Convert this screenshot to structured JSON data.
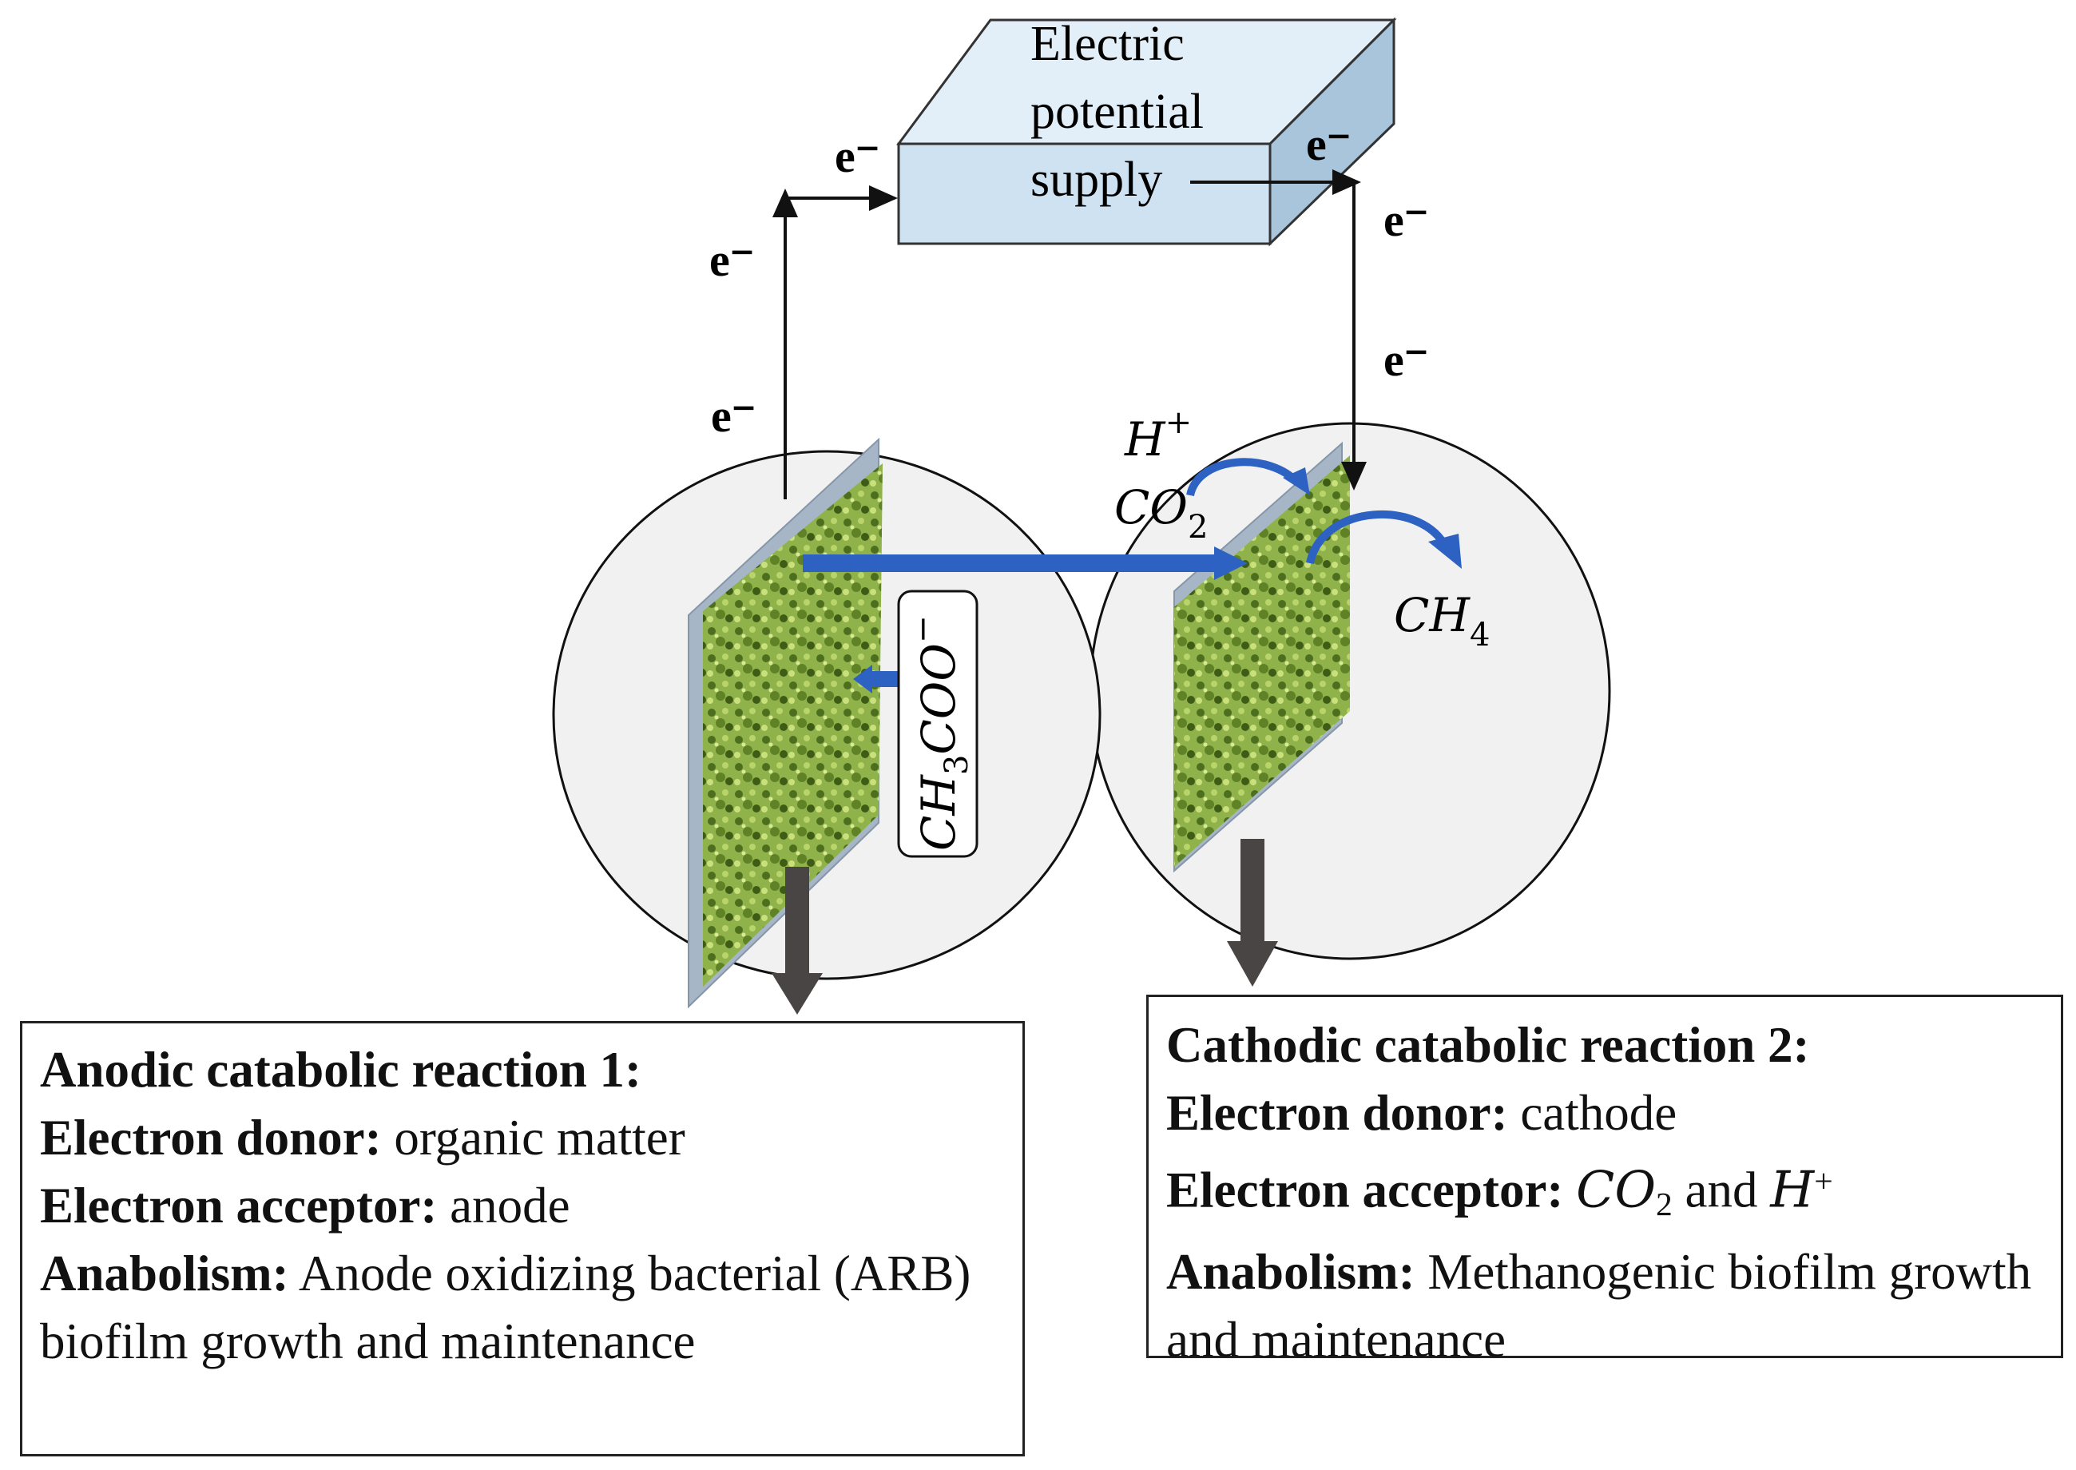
{
  "power_supply": {
    "line1": "Electric",
    "line2": "potential",
    "line3": "supply"
  },
  "electron_label": "e⁻",
  "cathode_species": {
    "proton_base": "H",
    "proton_sup": "+",
    "co2_base": "CO",
    "co2_sub": "2",
    "methane_base": "CH",
    "methane_sub": "4"
  },
  "acetate": {
    "ch": "CH",
    "sub3": "3",
    "coo": "COO",
    "sup": "−"
  },
  "anodic_box": {
    "title": "Anodic catabolic reaction 1:",
    "donor_label": "Electron donor:",
    "donor_value": " organic matter",
    "acceptor_label": "Electron acceptor:",
    "acceptor_value": " anode",
    "anabolism_label": "Anabolism:",
    "anabolism_value": " Anode oxidizing bacterial (ARB) biofilm growth and maintenance"
  },
  "cathodic_box": {
    "title": "Cathodic catabolic reaction 2:",
    "donor_label": "Electron donor:",
    "donor_value": " cathode",
    "acceptor_label": "Electron acceptor:",
    "acceptor_co2": "CO",
    "acceptor_co2_sub": "2",
    "acceptor_and": " and ",
    "acceptor_h": "H",
    "acceptor_h_sup": "+",
    "anabolism_label": "Anabolism:",
    "anabolism_value": " Methanogenic biofilm growth and maintenance"
  },
  "colors": {
    "chamber_fill": "#f1f1f1",
    "supply_front": "#cfe2f1",
    "supply_top": "#e3eff8",
    "supply_side": "#a9c5dc",
    "biofilm": "#8fb34a",
    "biofilm_dark": "#4d6e1e",
    "electrode": "#a7b6c6",
    "blue_arrow": "#2d62c2",
    "grey_arrow": "#4a4545"
  }
}
